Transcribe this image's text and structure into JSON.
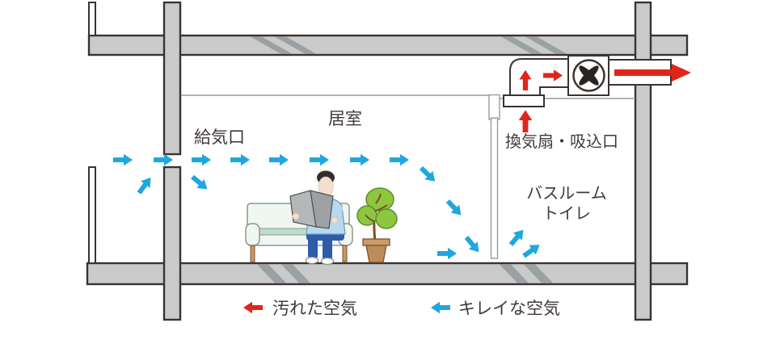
{
  "diagram": {
    "labels": {
      "supply_port": "給気口",
      "living_room": "居室",
      "exhaust_fan": "換気扇・吸込口",
      "bathroom_line1": "バスルーム",
      "bathroom_line2": "トイレ"
    },
    "legend": {
      "dirty_air": "汚れた空気",
      "clean_air": "キレイな空気"
    },
    "colors": {
      "clean_air": "#1ea7e0",
      "dirty_air": "#e0261a",
      "concrete": "#c9cacb",
      "concrete_stripe": "#9ba0a3",
      "outline": "#3b3331"
    },
    "icons": {
      "fan": "fan-blades-icon"
    }
  }
}
